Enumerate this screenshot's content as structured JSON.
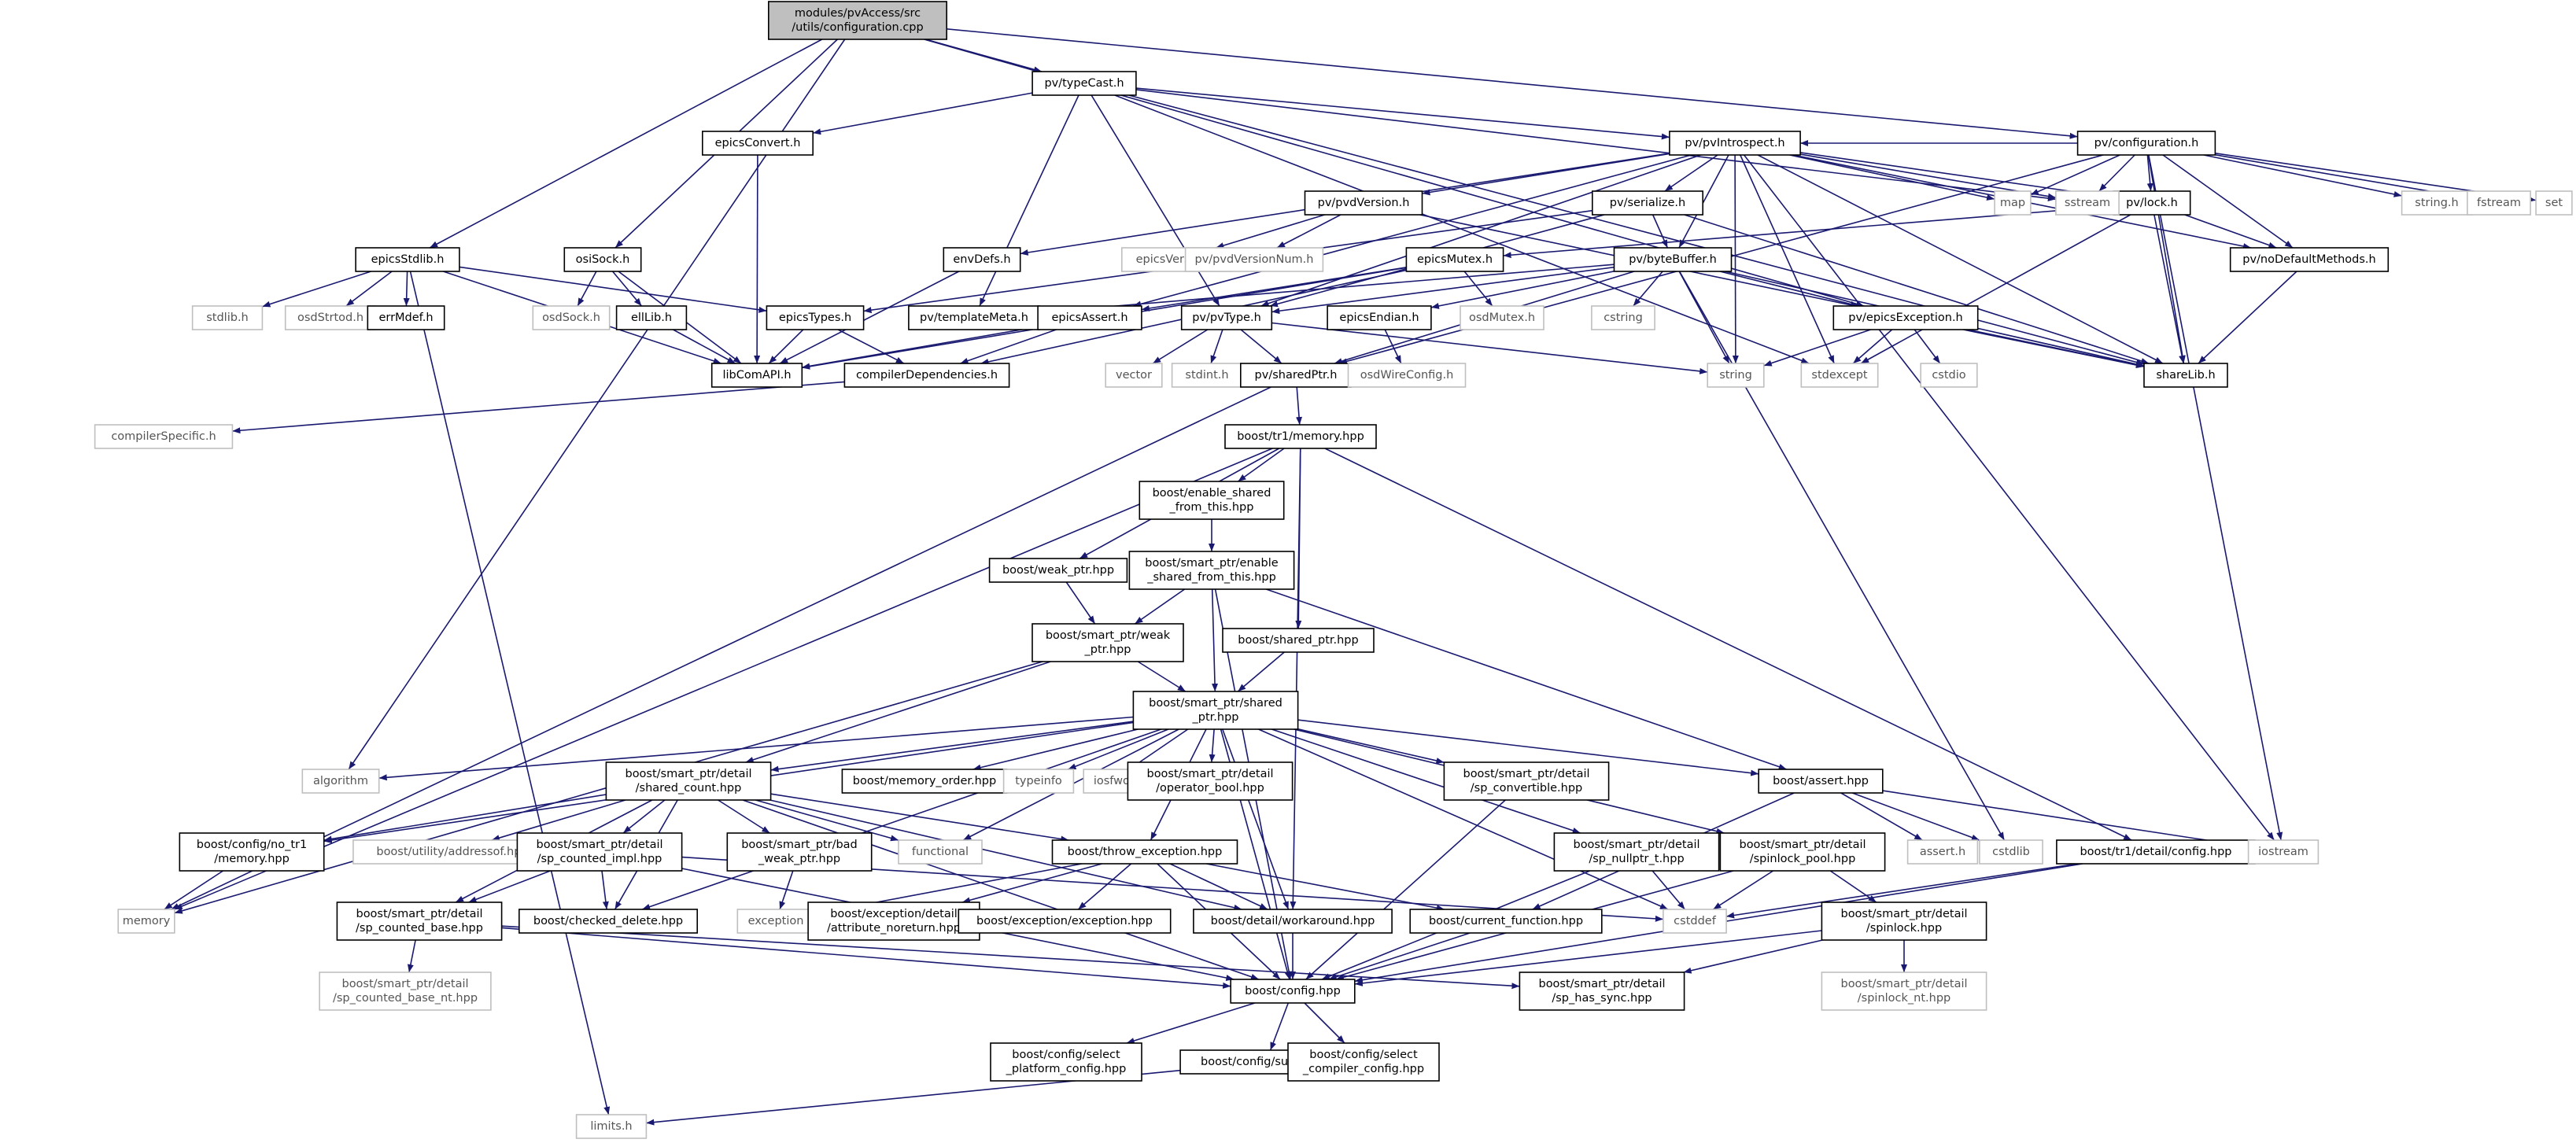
{
  "colors": {
    "edge": "#191970",
    "root_fill": "#bfbfbf",
    "node_fill": "#ffffff",
    "node_border": "#000000",
    "missing_border": "#bfbfbf",
    "missing_text": "#555555"
  },
  "nodes": [
    {
      "id": "root",
      "lines": [
        "modules/pvAccess/src",
        "/utils/configuration.cpp"
      ],
      "kind": "root"
    },
    {
      "id": "typeCast",
      "lines": [
        "pv/typeCast.h"
      ],
      "kind": "doc"
    },
    {
      "id": "configuration",
      "lines": [
        "pv/configuration.h"
      ],
      "kind": "doc"
    },
    {
      "id": "epicsConvert",
      "lines": [
        "epicsConvert.h"
      ],
      "kind": "doc"
    },
    {
      "id": "pvIntrospect",
      "lines": [
        "pv/pvIntrospect.h"
      ],
      "kind": "doc"
    },
    {
      "id": "envDefs",
      "lines": [
        "envDefs.h"
      ],
      "kind": "doc"
    },
    {
      "id": "epicsStdlib",
      "lines": [
        "epicsStdlib.h"
      ],
      "kind": "doc"
    },
    {
      "id": "osiSock",
      "lines": [
        "osiSock.h"
      ],
      "kind": "doc"
    },
    {
      "id": "pvdVersion",
      "lines": [
        "pv/pvdVersion.h"
      ],
      "kind": "doc"
    },
    {
      "id": "pvSerialize",
      "lines": [
        "pv/serialize.h"
      ],
      "kind": "doc"
    },
    {
      "id": "pvLock",
      "lines": [
        "pv/lock.h"
      ],
      "kind": "doc"
    },
    {
      "id": "epicsMutex",
      "lines": [
        "epicsMutex.h"
      ],
      "kind": "doc"
    },
    {
      "id": "byteBuffer",
      "lines": [
        "pv/byteBuffer.h"
      ],
      "kind": "doc"
    },
    {
      "id": "noDefaultMethods",
      "lines": [
        "pv/noDefaultMethods.h"
      ],
      "kind": "doc"
    },
    {
      "id": "stdlib_h",
      "lines": [
        "stdlib.h"
      ],
      "kind": "missing"
    },
    {
      "id": "osdStrtod",
      "lines": [
        "osdStrtod.h"
      ],
      "kind": "missing"
    },
    {
      "id": "errMdef",
      "lines": [
        "errMdef.h"
      ],
      "kind": "doc"
    },
    {
      "id": "epicsTypes",
      "lines": [
        "epicsTypes.h"
      ],
      "kind": "doc"
    },
    {
      "id": "osdSock",
      "lines": [
        "osdSock.h"
      ],
      "kind": "missing"
    },
    {
      "id": "ellLib",
      "lines": [
        "ellLib.h"
      ],
      "kind": "doc"
    },
    {
      "id": "libComAPI",
      "lines": [
        "libComAPI.h"
      ],
      "kind": "doc"
    },
    {
      "id": "templateMeta",
      "lines": [
        "pv/templateMeta.h"
      ],
      "kind": "doc"
    },
    {
      "id": "epicsAssert",
      "lines": [
        "epicsAssert.h"
      ],
      "kind": "doc"
    },
    {
      "id": "pvType",
      "lines": [
        "pv/pvType.h"
      ],
      "kind": "doc"
    },
    {
      "id": "epicsEndian",
      "lines": [
        "epicsEndian.h"
      ],
      "kind": "doc"
    },
    {
      "id": "osdMutex",
      "lines": [
        "osdMutex.h"
      ],
      "kind": "missing"
    },
    {
      "id": "cstring",
      "lines": [
        "cstring"
      ],
      "kind": "missing"
    },
    {
      "id": "epicsException",
      "lines": [
        "pv/epicsException.h"
      ],
      "kind": "doc"
    },
    {
      "id": "shareLib",
      "lines": [
        "shareLib.h"
      ],
      "kind": "doc"
    },
    {
      "id": "compilerDependencies",
      "lines": [
        "compilerDependencies.h"
      ],
      "kind": "doc"
    },
    {
      "id": "compilerSpecific",
      "lines": [
        "compilerSpecific.h"
      ],
      "kind": "missing"
    },
    {
      "id": "vector",
      "lines": [
        "vector"
      ],
      "kind": "missing"
    },
    {
      "id": "stdint",
      "lines": [
        "stdint.h"
      ],
      "kind": "missing"
    },
    {
      "id": "sharedPtr",
      "lines": [
        "pv/sharedPtr.h"
      ],
      "kind": "doc"
    },
    {
      "id": "osdWireConfig",
      "lines": [
        "osdWireConfig.h"
      ],
      "kind": "missing"
    },
    {
      "id": "string",
      "lines": [
        "string"
      ],
      "kind": "missing"
    },
    {
      "id": "stdexcept",
      "lines": [
        "stdexcept"
      ],
      "kind": "missing"
    },
    {
      "id": "cstdio",
      "lines": [
        "cstdio"
      ],
      "kind": "missing"
    },
    {
      "id": "epicsVersion",
      "lines": [
        "epicsVersion.h"
      ],
      "kind": "missing"
    },
    {
      "id": "pvdVersionNum",
      "lines": [
        "pv/pvdVersionNum.h"
      ],
      "kind": "missing"
    },
    {
      "id": "map",
      "lines": [
        "map"
      ],
      "kind": "missing"
    },
    {
      "id": "sstream",
      "lines": [
        "sstream"
      ],
      "kind": "missing"
    },
    {
      "id": "string_h",
      "lines": [
        "string.h"
      ],
      "kind": "missing"
    },
    {
      "id": "fstream",
      "lines": [
        "fstream"
      ],
      "kind": "missing"
    },
    {
      "id": "set",
      "lines": [
        "set"
      ],
      "kind": "missing"
    },
    {
      "id": "tr1memory",
      "lines": [
        "boost/tr1/memory.hpp"
      ],
      "kind": "doc"
    },
    {
      "id": "enableShared",
      "lines": [
        "boost/enable_shared",
        "_from_this.hpp"
      ],
      "kind": "doc"
    },
    {
      "id": "spEnableShared",
      "lines": [
        "boost/smart_ptr/enable",
        "_shared_from_this.hpp"
      ],
      "kind": "doc"
    },
    {
      "id": "weakPtrHpp",
      "lines": [
        "boost/weak_ptr.hpp"
      ],
      "kind": "doc"
    },
    {
      "id": "spWeakPtr",
      "lines": [
        "boost/smart_ptr/weak",
        "_ptr.hpp"
      ],
      "kind": "doc"
    },
    {
      "id": "sharedPtrHpp",
      "lines": [
        "boost/shared_ptr.hpp"
      ],
      "kind": "doc"
    },
    {
      "id": "spSharedPtr",
      "lines": [
        "boost/smart_ptr/shared",
        "_ptr.hpp"
      ],
      "kind": "doc"
    },
    {
      "id": "algorithm",
      "lines": [
        "algorithm"
      ],
      "kind": "missing"
    },
    {
      "id": "sharedCount",
      "lines": [
        "boost/smart_ptr/detail",
        "/shared_count.hpp"
      ],
      "kind": "doc"
    },
    {
      "id": "memoryOrder",
      "lines": [
        "boost/memory_order.hpp"
      ],
      "kind": "doc"
    },
    {
      "id": "typeinfo",
      "lines": [
        "typeinfo"
      ],
      "kind": "missing"
    },
    {
      "id": "iosfwd",
      "lines": [
        "iosfwd"
      ],
      "kind": "missing"
    },
    {
      "id": "operatorBool",
      "lines": [
        "boost/smart_ptr/detail",
        "/operator_bool.hpp"
      ],
      "kind": "doc"
    },
    {
      "id": "spConvertible",
      "lines": [
        "boost/smart_ptr/detail",
        "/sp_convertible.hpp"
      ],
      "kind": "doc"
    },
    {
      "id": "boostAssert",
      "lines": [
        "boost/assert.hpp"
      ],
      "kind": "doc"
    },
    {
      "id": "noTr1Memory",
      "lines": [
        "boost/config/no_tr1",
        "/memory.hpp"
      ],
      "kind": "doc"
    },
    {
      "id": "addressof",
      "lines": [
        "boost/utility/addressof.hpp"
      ],
      "kind": "missing"
    },
    {
      "id": "spCountedImpl",
      "lines": [
        "boost/smart_ptr/detail",
        "/sp_counted_impl.hpp"
      ],
      "kind": "doc"
    },
    {
      "id": "badWeakPtr",
      "lines": [
        "boost/smart_ptr/bad",
        "_weak_ptr.hpp"
      ],
      "kind": "doc"
    },
    {
      "id": "functional",
      "lines": [
        "functional"
      ],
      "kind": "missing"
    },
    {
      "id": "throwException",
      "lines": [
        "boost/throw_exception.hpp"
      ],
      "kind": "doc"
    },
    {
      "id": "spNullptr",
      "lines": [
        "boost/smart_ptr/detail",
        "/sp_nullptr_t.hpp"
      ],
      "kind": "doc"
    },
    {
      "id": "spinlockPool",
      "lines": [
        "boost/smart_ptr/detail",
        "/spinlock_pool.hpp"
      ],
      "kind": "doc"
    },
    {
      "id": "assert_h",
      "lines": [
        "assert.h"
      ],
      "kind": "missing"
    },
    {
      "id": "cstdlib",
      "lines": [
        "cstdlib"
      ],
      "kind": "missing"
    },
    {
      "id": "tr1config",
      "lines": [
        "boost/tr1/detail/config.hpp"
      ],
      "kind": "doc"
    },
    {
      "id": "iostream",
      "lines": [
        "iostream"
      ],
      "kind": "missing"
    },
    {
      "id": "memory",
      "lines": [
        "memory"
      ],
      "kind": "missing"
    },
    {
      "id": "spCountedBase",
      "lines": [
        "boost/smart_ptr/detail",
        "/sp_counted_base.hpp"
      ],
      "kind": "doc"
    },
    {
      "id": "checkedDelete",
      "lines": [
        "boost/checked_delete.hpp"
      ],
      "kind": "doc"
    },
    {
      "id": "exception",
      "lines": [
        "exception"
      ],
      "kind": "missing"
    },
    {
      "id": "attrNoreturn",
      "lines": [
        "boost/exception/detail",
        "/attribute_noreturn.hpp"
      ],
      "kind": "doc"
    },
    {
      "id": "exceptionHpp",
      "lines": [
        "boost/exception/exception.hpp"
      ],
      "kind": "doc"
    },
    {
      "id": "workaround",
      "lines": [
        "boost/detail/workaround.hpp"
      ],
      "kind": "doc"
    },
    {
      "id": "currentFunction",
      "lines": [
        "boost/current_function.hpp"
      ],
      "kind": "doc"
    },
    {
      "id": "cstddef",
      "lines": [
        "cstddef"
      ],
      "kind": "missing"
    },
    {
      "id": "spinlock",
      "lines": [
        "boost/smart_ptr/detail",
        "/spinlock.hpp"
      ],
      "kind": "doc"
    },
    {
      "id": "spCountedBaseNt",
      "lines": [
        "boost/smart_ptr/detail",
        "/sp_counted_base_nt.hpp"
      ],
      "kind": "missing"
    },
    {
      "id": "boostConfig",
      "lines": [
        "boost/config.hpp"
      ],
      "kind": "doc"
    },
    {
      "id": "spHasSync",
      "lines": [
        "boost/smart_ptr/detail",
        "/sp_has_sync.hpp"
      ],
      "kind": "doc"
    },
    {
      "id": "spinlockNt",
      "lines": [
        "boost/smart_ptr/detail",
        "/spinlock_nt.hpp"
      ],
      "kind": "missing"
    },
    {
      "id": "selectPlatform",
      "lines": [
        "boost/config/select",
        "_platform_config.hpp"
      ],
      "kind": "doc"
    },
    {
      "id": "suffix",
      "lines": [
        "boost/config/suffix.hpp"
      ],
      "kind": "doc"
    },
    {
      "id": "selectCompiler",
      "lines": [
        "boost/config/select",
        "_compiler_config.hpp"
      ],
      "kind": "doc"
    },
    {
      "id": "limits_h",
      "lines": [
        "limits.h"
      ],
      "kind": "missing"
    }
  ],
  "edges": [
    [
      "root",
      "typeCast"
    ],
    [
      "root",
      "configuration"
    ],
    [
      "root",
      "epicsStdlib"
    ],
    [
      "root",
      "osiSock"
    ],
    [
      "root",
      "algorithm"
    ],
    [
      "root",
      "epicsException"
    ],
    [
      "typeCast",
      "epicsConvert"
    ],
    [
      "typeCast",
      "pvIntrospect"
    ],
    [
      "typeCast",
      "pvType"
    ],
    [
      "typeCast",
      "templateMeta"
    ],
    [
      "typeCast",
      "stdexcept"
    ],
    [
      "typeCast",
      "sstream"
    ],
    [
      "typeCast",
      "shareLib"
    ],
    [
      "configuration",
      "pvIntrospect"
    ],
    [
      "configuration",
      "pvLock"
    ],
    [
      "configuration",
      "noDefaultMethods"
    ],
    [
      "configuration",
      "sharedPtr"
    ],
    [
      "configuration",
      "shareLib"
    ],
    [
      "configuration",
      "map"
    ],
    [
      "configuration",
      "sstream"
    ],
    [
      "configuration",
      "string_h"
    ],
    [
      "configuration",
      "fstream"
    ],
    [
      "configuration",
      "set"
    ],
    [
      "configuration",
      "iostream"
    ],
    [
      "epicsConvert",
      "libComAPI"
    ],
    [
      "pvIntrospect",
      "pvdVersion"
    ],
    [
      "pvIntrospect",
      "pvSerialize"
    ],
    [
      "pvIntrospect",
      "byteBuffer"
    ],
    [
      "pvIntrospect",
      "pvType"
    ],
    [
      "pvIntrospect",
      "pvLock"
    ],
    [
      "pvIntrospect",
      "envDefs"
    ],
    [
      "pvIntrospect",
      "epicsAssert"
    ],
    [
      "pvIntrospect",
      "map"
    ],
    [
      "pvIntrospect",
      "sstream"
    ],
    [
      "pvIntrospect",
      "string"
    ],
    [
      "pvIntrospect",
      "stdexcept"
    ],
    [
      "pvIntrospect",
      "iostream"
    ],
    [
      "pvIntrospect",
      "noDefaultMethods"
    ],
    [
      "pvIntrospect",
      "shareLib"
    ],
    [
      "envDefs",
      "libComAPI"
    ],
    [
      "epicsStdlib",
      "stdlib_h"
    ],
    [
      "epicsStdlib",
      "osdStrtod"
    ],
    [
      "epicsStdlib",
      "errMdef"
    ],
    [
      "epicsStdlib",
      "epicsTypes"
    ],
    [
      "epicsStdlib",
      "libComAPI"
    ],
    [
      "epicsStdlib",
      "limits_h"
    ],
    [
      "osiSock",
      "osdSock"
    ],
    [
      "osiSock",
      "ellLib"
    ],
    [
      "osiSock",
      "libComAPI"
    ],
    [
      "pvdVersion",
      "epicsVersion"
    ],
    [
      "pvdVersion",
      "pvdVersionNum"
    ],
    [
      "pvdVersion",
      "shareLib"
    ],
    [
      "pvSerialize",
      "byteBuffer"
    ],
    [
      "pvSerialize",
      "pvType"
    ],
    [
      "pvSerialize",
      "epicsTypes"
    ],
    [
      "pvSerialize",
      "shareLib"
    ],
    [
      "pvLock",
      "epicsMutex"
    ],
    [
      "pvLock",
      "noDefaultMethods"
    ],
    [
      "pvLock",
      "shareLib"
    ],
    [
      "pvLock",
      "stdexcept"
    ],
    [
      "epicsMutex",
      "osdMutex"
    ],
    [
      "epicsMutex",
      "epicsAssert"
    ],
    [
      "epicsMutex",
      "compilerDependencies"
    ],
    [
      "epicsMutex",
      "libComAPI"
    ],
    [
      "byteBuffer",
      "epicsEndian"
    ],
    [
      "byteBuffer",
      "templateMeta"
    ],
    [
      "byteBuffer",
      "pvType"
    ],
    [
      "byteBuffer",
      "epicsException"
    ],
    [
      "byteBuffer",
      "sharedPtr"
    ],
    [
      "byteBuffer",
      "cstring"
    ],
    [
      "byteBuffer",
      "string"
    ],
    [
      "byteBuffer",
      "shareLib"
    ],
    [
      "byteBuffer",
      "cstdlib"
    ],
    [
      "noDefaultMethods",
      "shareLib"
    ],
    [
      "epicsTypes",
      "compilerDependencies"
    ],
    [
      "epicsTypes",
      "libComAPI"
    ],
    [
      "ellLib",
      "libComAPI"
    ],
    [
      "epicsAssert",
      "compilerDependencies"
    ],
    [
      "epicsAssert",
      "libComAPI"
    ],
    [
      "pvType",
      "vector"
    ],
    [
      "pvType",
      "stdint"
    ],
    [
      "pvType",
      "sharedPtr"
    ],
    [
      "pvType",
      "string"
    ],
    [
      "epicsEndian",
      "osdWireConfig"
    ],
    [
      "epicsException",
      "string"
    ],
    [
      "epicsException",
      "stdexcept"
    ],
    [
      "epicsException",
      "cstdio"
    ],
    [
      "epicsException",
      "shareLib"
    ],
    [
      "compilerDependencies",
      "compilerSpecific"
    ],
    [
      "sharedPtr",
      "tr1memory"
    ],
    [
      "sharedPtr",
      "memory"
    ],
    [
      "tr1memory",
      "enableShared"
    ],
    [
      "tr1memory",
      "weakPtrHpp"
    ],
    [
      "tr1memory",
      "sharedPtrHpp"
    ],
    [
      "tr1memory",
      "workaround"
    ],
    [
      "tr1memory",
      "tr1config"
    ],
    [
      "tr1memory",
      "memory"
    ],
    [
      "enableShared",
      "spEnableShared"
    ],
    [
      "spEnableShared",
      "spWeakPtr"
    ],
    [
      "spEnableShared",
      "spSharedPtr"
    ],
    [
      "spEnableShared",
      "boostAssert"
    ],
    [
      "spEnableShared",
      "boostConfig"
    ],
    [
      "weakPtrHpp",
      "spWeakPtr"
    ],
    [
      "spWeakPtr",
      "spSharedPtr"
    ],
    [
      "spWeakPtr",
      "sharedCount"
    ],
    [
      "spWeakPtr",
      "memory"
    ],
    [
      "sharedPtrHpp",
      "spSharedPtr"
    ],
    [
      "spSharedPtr",
      "algorithm"
    ],
    [
      "spSharedPtr",
      "sharedCount"
    ],
    [
      "spSharedPtr",
      "memoryOrder"
    ],
    [
      "spSharedPtr",
      "typeinfo"
    ],
    [
      "spSharedPtr",
      "iosfwd"
    ],
    [
      "spSharedPtr",
      "operatorBool"
    ],
    [
      "spSharedPtr",
      "spConvertible"
    ],
    [
      "spSharedPtr",
      "boostAssert"
    ],
    [
      "spSharedPtr",
      "noTr1Memory"
    ],
    [
      "spSharedPtr",
      "functional"
    ],
    [
      "spSharedPtr",
      "throwException"
    ],
    [
      "spSharedPtr",
      "spNullptr"
    ],
    [
      "spSharedPtr",
      "spinlockPool"
    ],
    [
      "spSharedPtr",
      "checkedDelete"
    ],
    [
      "spSharedPtr",
      "workaround"
    ],
    [
      "spSharedPtr",
      "boostConfig"
    ],
    [
      "spSharedPtr",
      "cstddef"
    ],
    [
      "sharedCount",
      "noTr1Memory"
    ],
    [
      "sharedCount",
      "addressof"
    ],
    [
      "sharedCount",
      "spCountedImpl"
    ],
    [
      "sharedCount",
      "badWeakPtr"
    ],
    [
      "sharedCount",
      "functional"
    ],
    [
      "sharedCount",
      "throwException"
    ],
    [
      "sharedCount",
      "spCountedBase"
    ],
    [
      "sharedCount",
      "checkedDelete"
    ],
    [
      "sharedCount",
      "workaround"
    ],
    [
      "sharedCount",
      "boostConfig"
    ],
    [
      "noTr1Memory",
      "memory"
    ],
    [
      "spCountedImpl",
      "spCountedBase"
    ],
    [
      "spCountedImpl",
      "checkedDelete"
    ],
    [
      "spCountedImpl",
      "boostConfig"
    ],
    [
      "spCountedImpl",
      "cstddef"
    ],
    [
      "badWeakPtr",
      "exception"
    ],
    [
      "throwException",
      "exception"
    ],
    [
      "throwException",
      "attrNoreturn"
    ],
    [
      "throwException",
      "exceptionHpp"
    ],
    [
      "throwException",
      "workaround"
    ],
    [
      "throwException",
      "currentFunction"
    ],
    [
      "throwException",
      "boostConfig"
    ],
    [
      "spConvertible",
      "boostConfig"
    ],
    [
      "spNullptr",
      "cstddef"
    ],
    [
      "spNullptr",
      "boostConfig"
    ],
    [
      "spinlockPool",
      "spinlock"
    ],
    [
      "spinlockPool",
      "cstddef"
    ],
    [
      "spinlockPool",
      "boostConfig"
    ],
    [
      "boostAssert",
      "assert_h"
    ],
    [
      "boostAssert",
      "cstdlib"
    ],
    [
      "boostAssert",
      "iostream"
    ],
    [
      "boostAssert",
      "currentFunction"
    ],
    [
      "tr1config",
      "boostConfig"
    ],
    [
      "tr1config",
      "cstddef"
    ],
    [
      "spCountedBase",
      "spCountedBaseNt"
    ],
    [
      "spCountedBase",
      "spHasSync"
    ],
    [
      "spCountedBase",
      "boostConfig"
    ],
    [
      "workaround",
      "boostConfig"
    ],
    [
      "currentFunction",
      "boostConfig"
    ],
    [
      "spinlock",
      "spinlockNt"
    ],
    [
      "spinlock",
      "spHasSync"
    ],
    [
      "spinlock",
      "boostConfig"
    ],
    [
      "boostConfig",
      "selectPlatform"
    ],
    [
      "boostConfig",
      "suffix"
    ],
    [
      "boostConfig",
      "selectCompiler"
    ],
    [
      "suffix",
      "limits_h"
    ]
  ]
}
